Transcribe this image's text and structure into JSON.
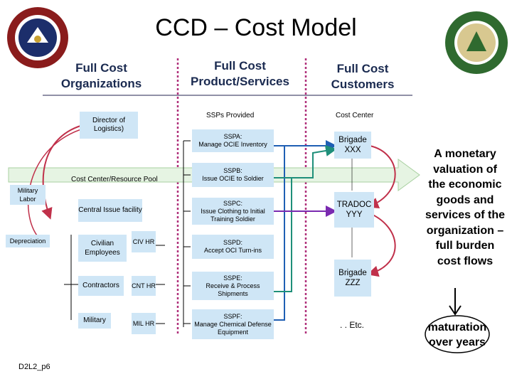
{
  "title": "CCD – Cost Model",
  "headers": {
    "organizations": "Full Cost Organizations",
    "products": "Full Cost Product/Services",
    "customers": "Full Cost Customers"
  },
  "labels": {
    "director": "Director of Logistics)",
    "ssps_provided": "SSPs Provided",
    "cost_center": "Cost Center",
    "cost_center_pool": "Cost Center/Resource Pool",
    "military_labor": "Military Labor",
    "depreciation": "Depreciation",
    "central_issue": "Central Issue facility",
    "civilian": "Civilian Employees",
    "contractors": "Contractors",
    "military": "Military",
    "civ_hr": "CIV HR",
    "cnt_hr": "CNT HR",
    "mil_hr": "MIL HR",
    "slide_id": "D2L2_p6"
  },
  "ssps": [
    {
      "code": "SSPA:",
      "desc": "Manage OCIE Inventory"
    },
    {
      "code": "SSPB:",
      "desc": "Issue OCIE to Soldier"
    },
    {
      "code": "SSPC:",
      "desc": "Issue Clothing to Initial Training Soldier"
    },
    {
      "code": "SSPD:",
      "desc": "Accept OCI Turn-ins"
    },
    {
      "code": "SSPE:",
      "desc": "Receive & Process Shipments"
    },
    {
      "code": "SSPF:",
      "desc": "Manage Chemical Defense Equipment"
    }
  ],
  "customers": [
    "Brigade XXX",
    "TRADOC YYY",
    "Brigade ZZZ",
    ". . Etc."
  ],
  "right_text": "A monetary valuation of the economic goods and services of the organization – full burden cost flows",
  "maturation": "maturation over years",
  "colors": {
    "title_bar": "#6b6b8a",
    "dotted_line": "#b0307a",
    "box_fill": "#cfe6f6",
    "curve": "#c0304a",
    "flow_blue": "#1f5fb4",
    "flow_green": "#1f8f7a",
    "flow_purple": "#7a2ab0"
  },
  "icons": [
    "seal-asa-icon",
    "seal-army-cost-icon"
  ]
}
